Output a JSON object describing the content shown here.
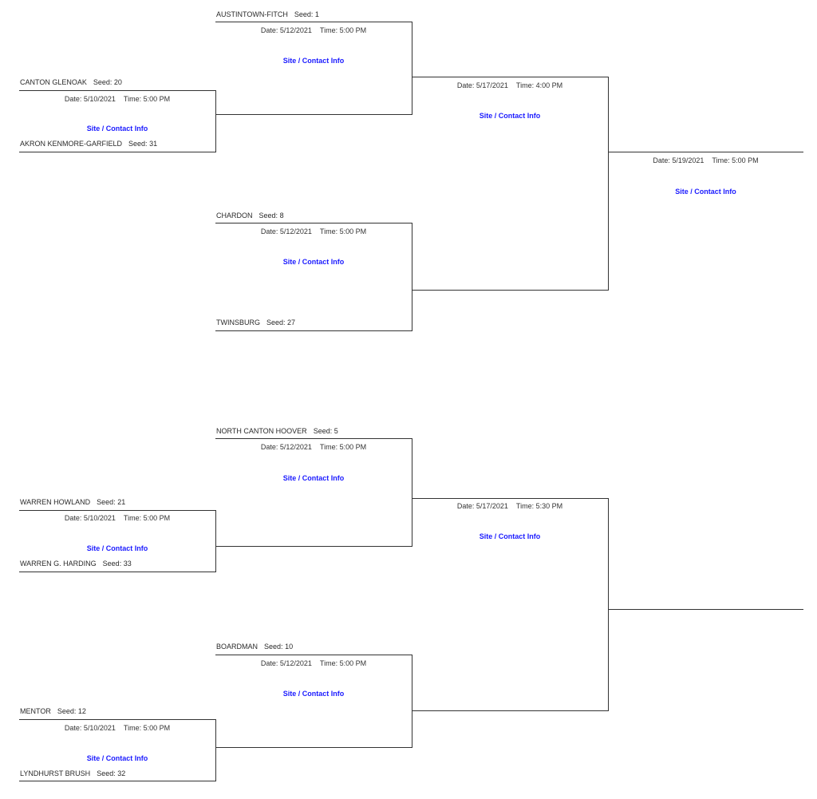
{
  "labels": {
    "date_prefix": "Date:",
    "time_prefix": "Time:",
    "seed_prefix": "Seed:",
    "site_link": "Site / Contact Info"
  },
  "teams": {
    "austintown_fitch": {
      "name": "AUSTINTOWN-FITCH",
      "seed": "1"
    },
    "canton_glenoak": {
      "name": "CANTON GLENOAK",
      "seed": "20"
    },
    "akron_kenmore": {
      "name": "AKRON KENMORE-GARFIELD",
      "seed": "31"
    },
    "chardon": {
      "name": "CHARDON",
      "seed": "8"
    },
    "twinsburg": {
      "name": "TWINSBURG",
      "seed": "27"
    },
    "north_canton_hoover": {
      "name": "NORTH CANTON HOOVER",
      "seed": "5"
    },
    "warren_howland": {
      "name": "WARREN HOWLAND",
      "seed": "21"
    },
    "warren_harding": {
      "name": "WARREN G. HARDING",
      "seed": "33"
    },
    "boardman": {
      "name": "BOARDMAN",
      "seed": "10"
    },
    "mentor": {
      "name": "MENTOR",
      "seed": "12"
    },
    "lyndhurst_brush": {
      "name": "LYNDHURST BRUSH",
      "seed": "32"
    }
  },
  "games": {
    "g1": {
      "date": "5/10/2021",
      "time": "5:00 PM"
    },
    "g2": {
      "date": "5/12/2021",
      "time": "5:00 PM"
    },
    "g3": {
      "date": "5/12/2021",
      "time": "5:00 PM"
    },
    "g4": {
      "date": "5/17/2021",
      "time": "4:00 PM"
    },
    "g5": {
      "date": "5/19/2021",
      "time": "5:00 PM"
    },
    "g6": {
      "date": "5/12/2021",
      "time": "5:00 PM"
    },
    "g7": {
      "date": "5/10/2021",
      "time": "5:00 PM"
    },
    "g8": {
      "date": "5/17/2021",
      "time": "5:30 PM"
    },
    "g9": {
      "date": "5/12/2021",
      "time": "5:00 PM"
    },
    "g10": {
      "date": "5/10/2021",
      "time": "5:00 PM"
    }
  }
}
